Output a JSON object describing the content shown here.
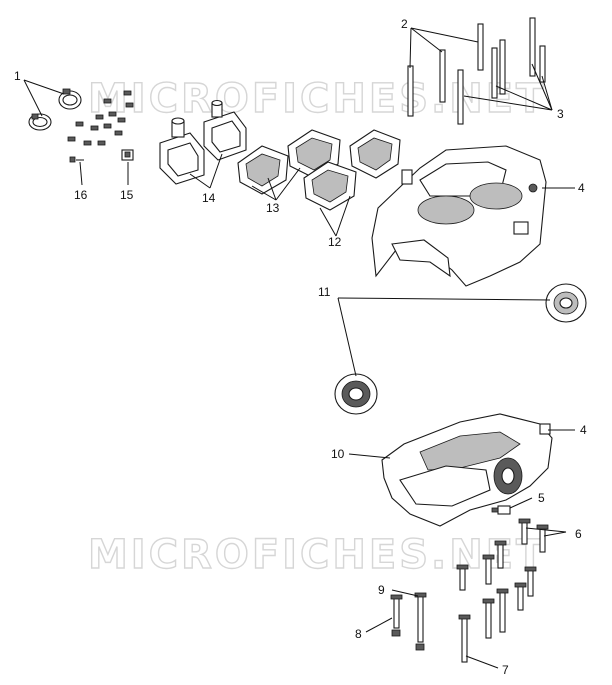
{
  "watermark": {
    "text": "MICROFICHES.NET"
  },
  "callouts": [
    {
      "id": "1",
      "label": "1"
    },
    {
      "id": "2",
      "label": "2"
    },
    {
      "id": "3",
      "label": "3"
    },
    {
      "id": "4a",
      "label": "4"
    },
    {
      "id": "4b",
      "label": "4"
    },
    {
      "id": "5",
      "label": "5"
    },
    {
      "id": "6",
      "label": "6"
    },
    {
      "id": "7",
      "label": "7"
    },
    {
      "id": "8",
      "label": "8"
    },
    {
      "id": "9",
      "label": "9"
    },
    {
      "id": "10",
      "label": "10"
    },
    {
      "id": "11",
      "label": "11"
    },
    {
      "id": "12",
      "label": "12"
    },
    {
      "id": "13",
      "label": "13"
    },
    {
      "id": "14",
      "label": "14"
    },
    {
      "id": "15",
      "label": "15"
    },
    {
      "id": "16",
      "label": "16"
    }
  ]
}
